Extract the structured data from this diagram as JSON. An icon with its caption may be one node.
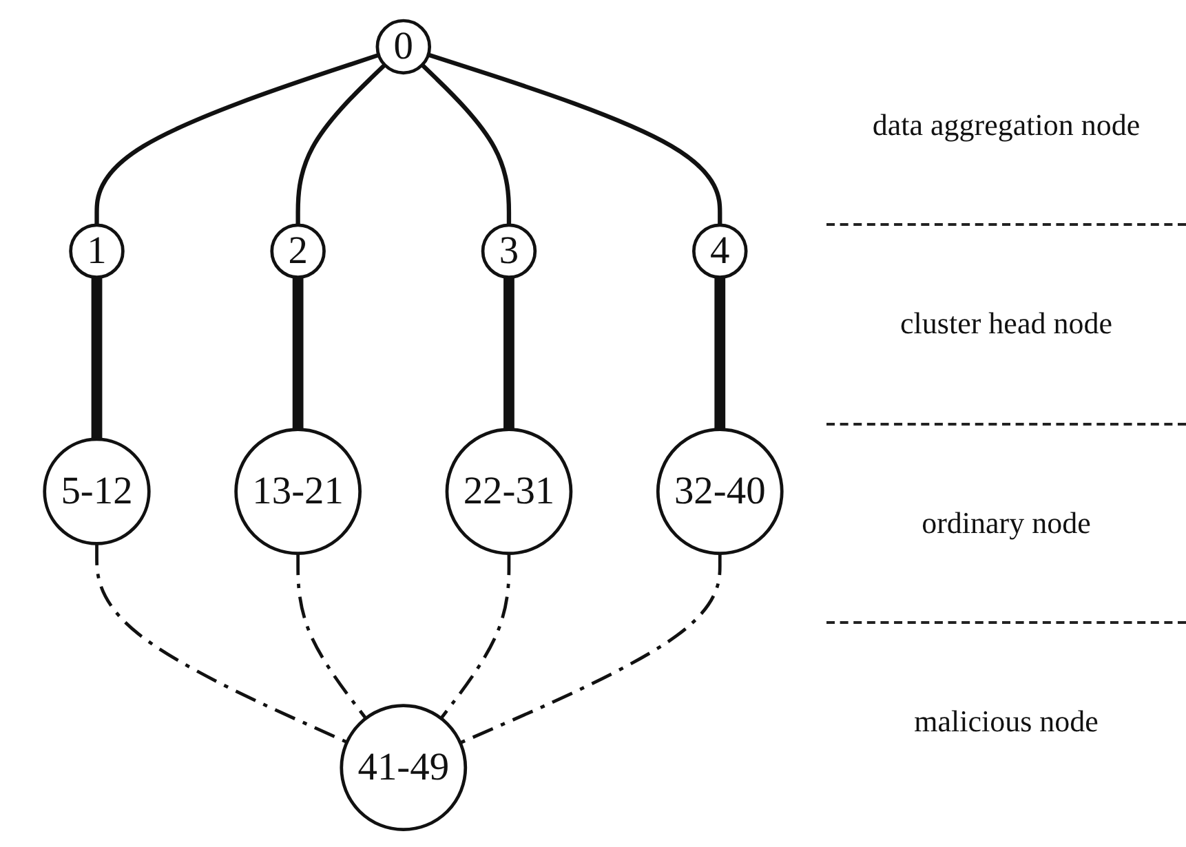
{
  "diagram": {
    "nodes": [
      {
        "text": [
          "0"
        ]
      },
      {
        "text": [
          "1"
        ]
      },
      {
        "text": [
          "2"
        ]
      },
      {
        "text": [
          "3"
        ]
      },
      {
        "text": [
          "4"
        ]
      },
      {
        "text": [
          "5-12"
        ]
      },
      {
        "text": [
          "13-21"
        ]
      },
      {
        "text": [
          "22-31"
        ]
      },
      {
        "text": [
          "32-40"
        ]
      },
      {
        "text": [
          "41-49"
        ]
      }
    ],
    "edges": [
      {
        "from": 0,
        "to": 1,
        "arrow": "none"
      },
      {
        "from": 0,
        "to": 2,
        "arrow": "none"
      },
      {
        "from": 0,
        "to": 3,
        "arrow": "none"
      },
      {
        "from": 0,
        "to": 4,
        "arrow": "none"
      },
      {
        "from": 1,
        "to": 5,
        "arrow": "none",
        "style": "thick"
      },
      {
        "from": 2,
        "to": 6,
        "arrow": "none",
        "style": "thick"
      },
      {
        "from": 3,
        "to": 7,
        "arrow": "none",
        "style": "thick"
      },
      {
        "from": 4,
        "to": 8,
        "arrow": "none",
        "style": "thick"
      },
      {
        "from": 5,
        "to": 9,
        "arrow": "none",
        "style": "dashed"
      },
      {
        "from": 6,
        "to": 9,
        "arrow": "none",
        "style": "dashed"
      },
      {
        "from": 7,
        "to": 9,
        "arrow": "none",
        "style": "dashed"
      },
      {
        "from": 8,
        "to": 9,
        "arrow": "none",
        "style": "dashed"
      }
    ],
    "labels": [
      "data aggregation node",
      "cluster head node",
      "ordinary node",
      "malicious node"
    ]
  }
}
